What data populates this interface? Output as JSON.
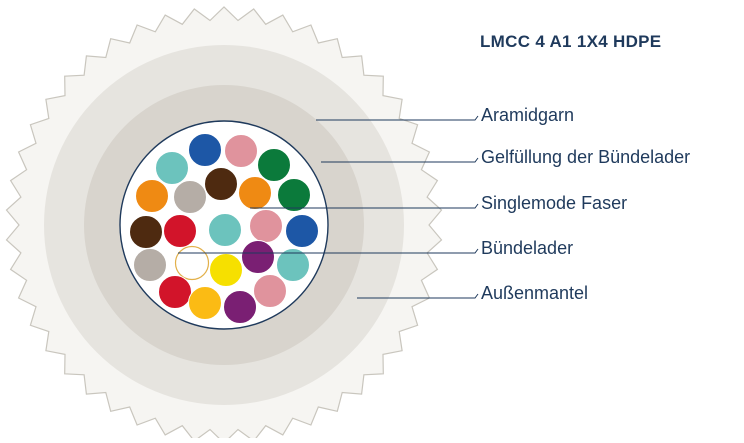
{
  "title": "LMCC 4 A1 1X4 HDPE",
  "labels": {
    "aramid": "Aramidgarn",
    "gel": "Gelfüllung der Bündelader",
    "fiber": "Singlemode Faser",
    "tube": "Bündelader",
    "jacket": "Außenmantel"
  },
  "colors": {
    "jacket_fill": "#f6f5f2",
    "jacket_stroke": "#c9c6be",
    "aramid_ring": "#e6e4df",
    "gel_ring": "#d8d4cd",
    "tube_outline": "#1f3a5c",
    "text": "#1f3a5c",
    "fiber_colors": {
      "blue": "#1d57a6",
      "pink": "#e0939d",
      "turquoise": "#6cc3bd",
      "green": "#0b7a3b",
      "orange": "#ef8a13",
      "grey": "#b5ada6",
      "brown": "#4e2a10",
      "red": "#d2142a",
      "violet": "#7a1f73",
      "yellow": "#f6e000",
      "white": "#ffffff",
      "gold": "#fbbb14"
    }
  },
  "fibers": [
    "blue",
    "pink",
    "green",
    "turquoise",
    "orange",
    "grey",
    "brown",
    "orange",
    "green",
    "brown",
    "red",
    "turquoise",
    "pink",
    "blue",
    "grey",
    "white",
    "yellow",
    "violet",
    "turquoise",
    "red",
    "gold",
    "violet",
    "pink"
  ]
}
